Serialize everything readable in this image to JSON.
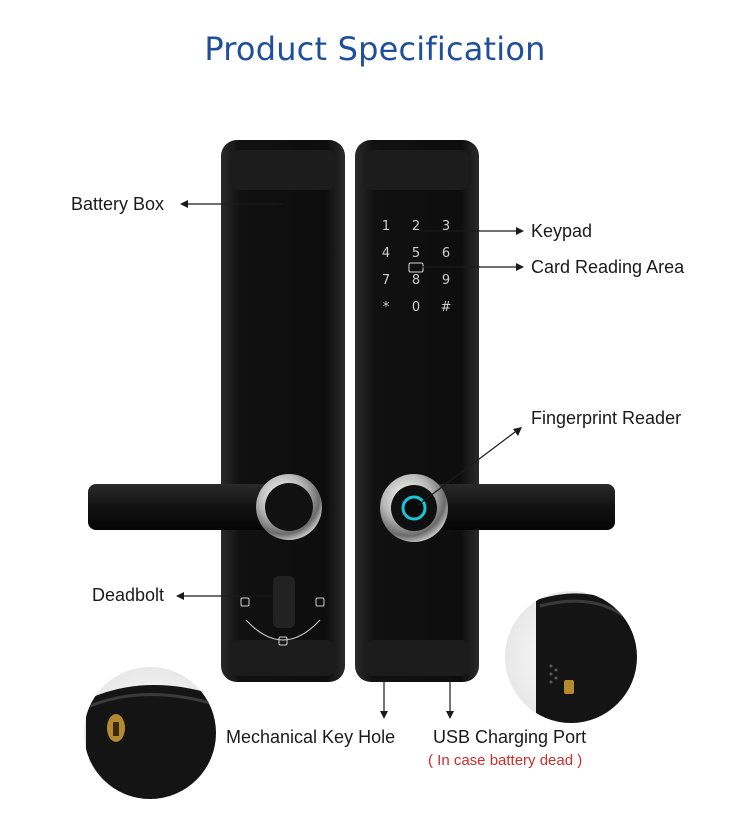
{
  "header": {
    "title": "Product Specification"
  },
  "callouts": {
    "battery_box": "Battery Box",
    "keypad": "Keypad",
    "card_reading_area": "Card Reading Area",
    "fingerprint_reader": "Fingerprint Reader",
    "deadbolt": "Deadbolt",
    "mechanical_key_hole": "Mechanical Key Hole",
    "usb_charging_port": "USB Charging Port",
    "usb_note": "( In case battery dead )"
  },
  "keypad": {
    "keys": [
      "1",
      "2",
      "3",
      "4",
      "5",
      "6",
      "7",
      "8",
      "9",
      "*",
      "0",
      "#"
    ]
  },
  "colors": {
    "title": "#1f4e9c",
    "note": "#d12b2b",
    "lock_body": "#151515",
    "fingerprint_ring": "#19c6d8"
  }
}
